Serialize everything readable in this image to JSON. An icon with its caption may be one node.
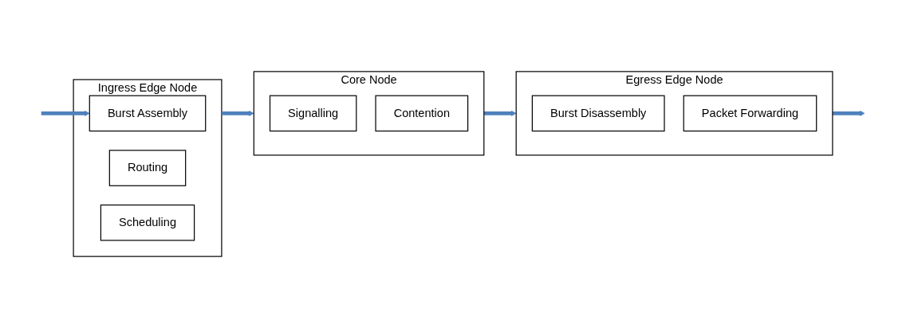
{
  "diagram": {
    "nodes": [
      {
        "text": [
          "Ingress Edge Node"
        ]
      },
      {
        "text": [
          "Burst Assembly"
        ],
        "in": 0
      },
      {
        "text": [
          "Routing"
        ],
        "in": 0
      },
      {
        "text": [
          "Scheduling"
        ],
        "in": 0
      },
      {
        "text": [
          "Core Node"
        ]
      },
      {
        "text": [
          "Signalling"
        ],
        "in": 4
      },
      {
        "text": [
          "Contention"
        ],
        "in": 4
      },
      {
        "text": [
          "Egress Edge Node"
        ]
      },
      {
        "text": [
          "Burst Disassembly"
        ],
        "in": 7
      },
      {
        "text": [
          "Packet Forwarding"
        ],
        "in": 7
      }
    ],
    "edges": [
      {
        "from": null,
        "to": 1,
        "arrow": "to"
      },
      {
        "from": 0,
        "to": 4,
        "arrow": "to"
      },
      {
        "from": 4,
        "to": 7,
        "arrow": "to"
      },
      {
        "from": 7,
        "to": null,
        "arrow": "to"
      }
    ]
  }
}
